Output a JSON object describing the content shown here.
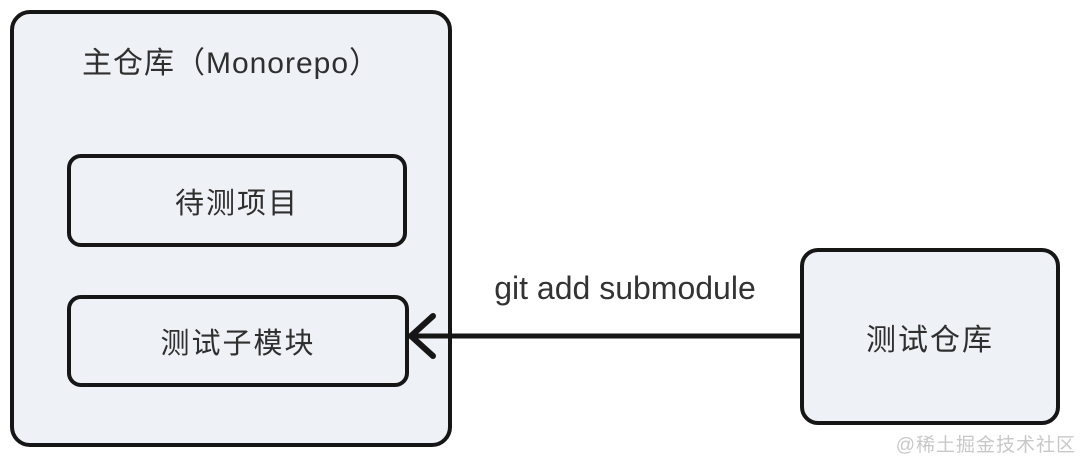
{
  "diagram": {
    "monorepo_box": {
      "title": "主仓库（Monorepo）",
      "children": [
        {
          "label": "待测项目"
        },
        {
          "label": "测试子模块"
        }
      ]
    },
    "test_repo_box": {
      "label": "测试仓库"
    },
    "arrow": {
      "label": "git add submodule",
      "direction": "right-to-left",
      "from": "测试仓库",
      "to": "测试子模块"
    },
    "watermark": "@稀土掘金技术社区"
  },
  "colors": {
    "background": "#ffffff",
    "box_fill": "#eef1f6",
    "border": "#161616",
    "text": "#2f2f2f",
    "arrow": "#161616",
    "watermark": "#c8c8c8"
  }
}
